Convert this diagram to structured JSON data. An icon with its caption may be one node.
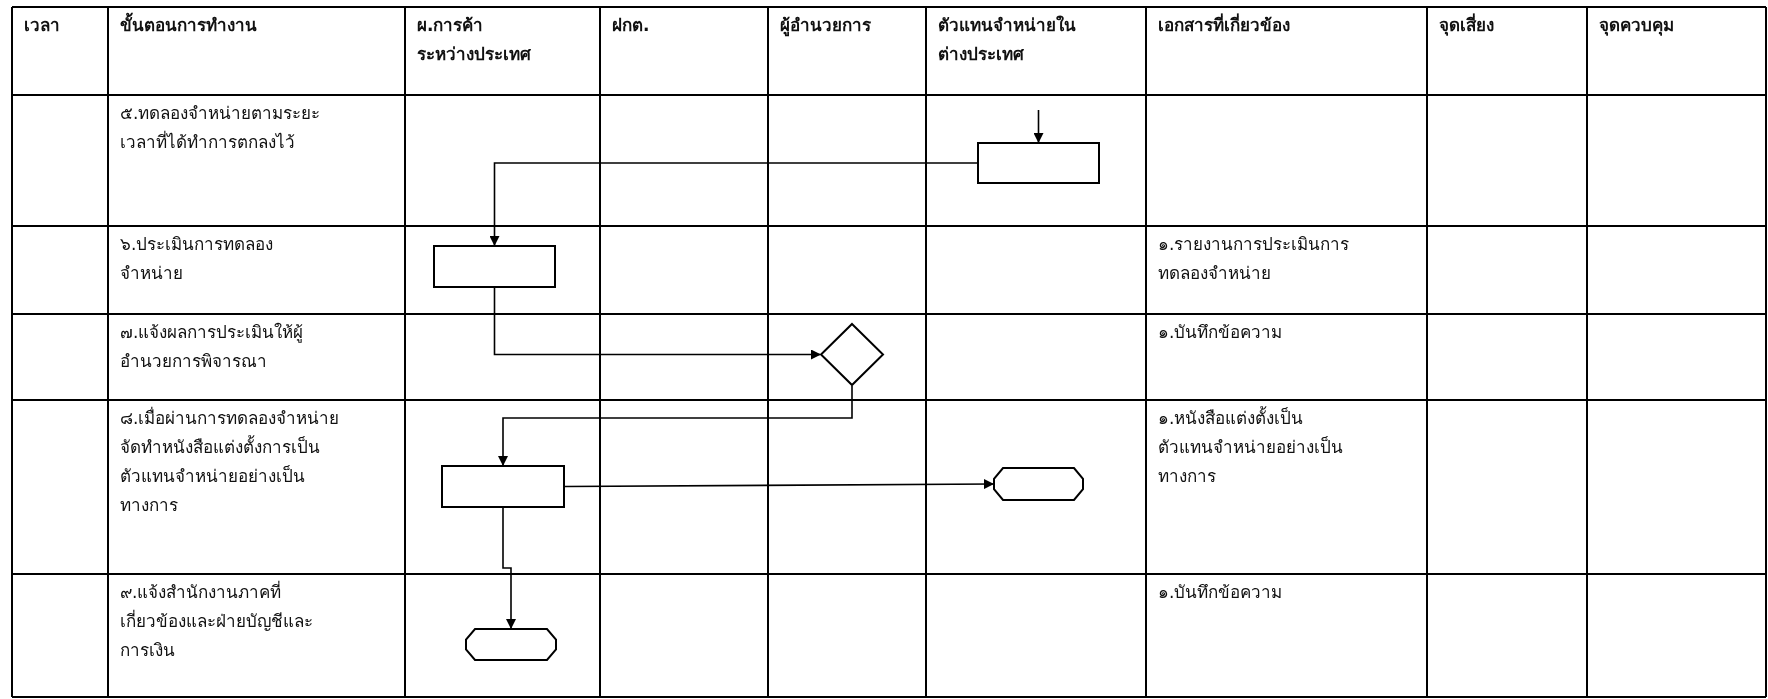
{
  "diagram": {
    "nodes": [
      {
        "text": [],
        "shape": "box"
      },
      {
        "text": [],
        "shape": "box"
      },
      {
        "text": [],
        "shape": "diamond"
      },
      {
        "text": [],
        "shape": "box"
      },
      {
        "text": [],
        "shape": "terminator"
      },
      {
        "text": [],
        "shape": "terminator"
      }
    ],
    "edges": [
      {
        "from": null,
        "to": 0,
        "arrow": "to"
      },
      {
        "from": 0,
        "to": 1,
        "arrow": "to"
      },
      {
        "from": 1,
        "to": 2,
        "arrow": "to"
      },
      {
        "from": 2,
        "to": 3,
        "arrow": "to"
      },
      {
        "from": 3,
        "to": 4,
        "arrow": "to"
      },
      {
        "from": 3,
        "to": 5,
        "arrow": "to"
      }
    ],
    "labels": [
      "เวลา",
      "ขั้นตอนการทำงาน",
      "ผ.การค้าระหว่างประเทศ",
      "ฝกต.",
      "ผู้อำนวยการ",
      "ตัวแทนจำหน่ายในต่างประเทศ",
      "เอกสารที่เกี่ยวข้อง",
      "จุดเสี่ยง",
      "จุดควบคุม",
      "๕.ทดลองจำหน่ายตามระยะเวลาที่ได้ทำการตกลงไว้",
      "๖.ประเมินการทดลองจำหน่าย",
      "๑.รายงานการประเมินการทดลองจำหน่าย",
      "๗.แจ้งผลการประเมินให้ผู้อำนวยการพิจารณา",
      "๑.บันทึกข้อความ",
      "๘.เมื่อผ่านการทดลองจำหน่ายจัดทำหนังสือแต่งตั้งการเป็นตัวแทนจำหน่ายอย่างเป็นทางการ",
      "๑.หนังสือแต่งตั้งเป็นตัวแทนจำหน่ายอย่างเป็นทางการ",
      "๙.แจ้งสำนักงานภาคที่เกี่ยวข้องและฝ่ายบัญชีและการเงิน",
      "๑.บันทึกข้อความ"
    ]
  }
}
